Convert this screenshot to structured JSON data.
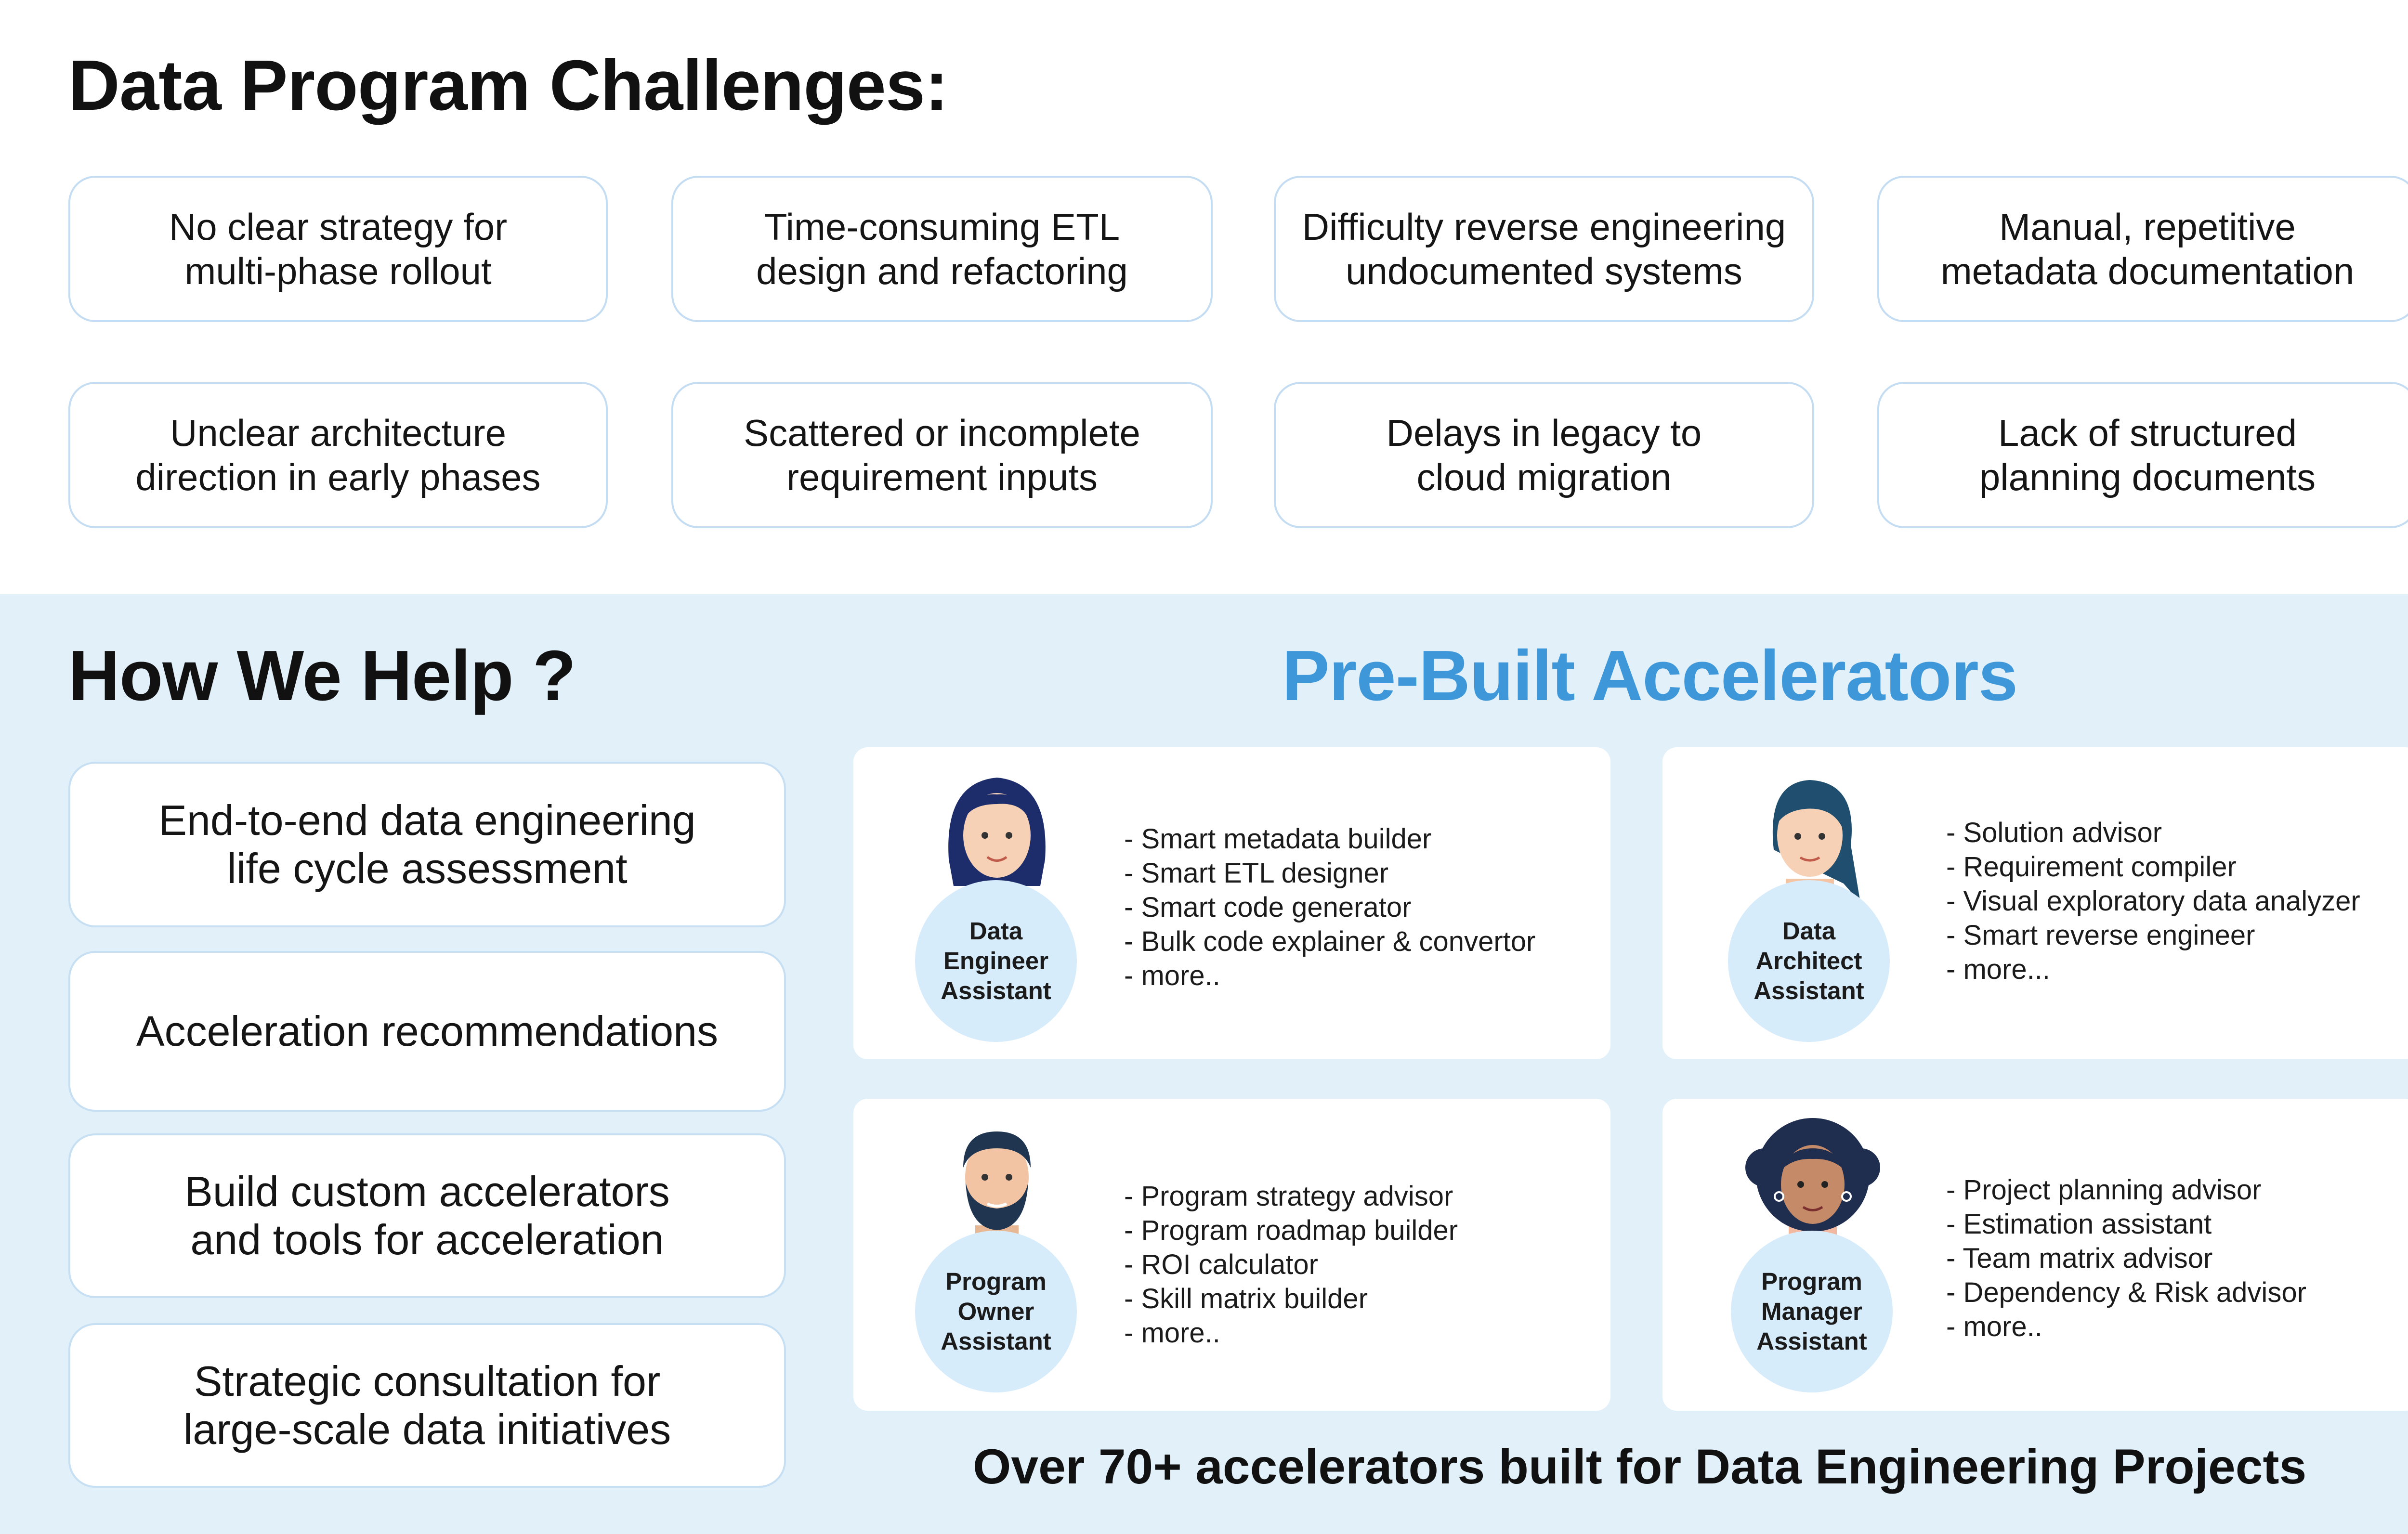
{
  "challenges": {
    "title": "Data Program Challenges:",
    "items": [
      "No clear strategy for\nmulti-phase rollout",
      "Time-consuming ETL\ndesign and refactoring",
      "Difficulty reverse engineering\nundocumented systems",
      "Manual, repetitive\nmetadata documentation",
      "Unclear architecture\ndirection in early phases",
      "Scattered or incomplete\nrequirement inputs",
      "Delays in legacy to\ncloud migration",
      "Lack of structured\nplanning documents"
    ]
  },
  "help": {
    "title": "How We Help ?",
    "items": [
      "End-to-end data engineering\nlife cycle assessment",
      "Acceleration recommendations",
      "Build custom accelerators\nand tools for acceleration",
      "Strategic consultation for\nlarge-scale data initiatives"
    ]
  },
  "accelerators": {
    "title": "Pre-Built Accelerators",
    "title_color": "#3d97d8",
    "cards": [
      {
        "role": "Data\nEngineer\nAssistant",
        "icon": "data-engineer-avatar-icon",
        "features": [
          "Smart metadata builder",
          "Smart ETL designer",
          "Smart code generator",
          "Bulk code explainer & convertor",
          "more.."
        ]
      },
      {
        "role": "Data\nArchitect\nAssistant",
        "icon": "data-architect-avatar-icon",
        "features": [
          "Solution advisor",
          "Requirement compiler",
          "Visual exploratory data analyzer",
          "Smart reverse engineer",
          "more..."
        ]
      },
      {
        "role": "Program\nOwner\nAssistant",
        "icon": "program-owner-avatar-icon",
        "features": [
          "Program strategy advisor",
          "Program roadmap builder",
          "ROI calculator",
          "Skill matrix builder",
          "more.."
        ]
      },
      {
        "role": "Program\nManager\nAssistant",
        "icon": "program-manager-avatar-icon",
        "features": [
          "Project planning advisor",
          "Estimation assistant",
          "Team matrix advisor",
          "Dependency & Risk advisor",
          "more.."
        ]
      }
    ],
    "footer": "Over 70+ accelerators built for Data Engineering Projects"
  },
  "colors": {
    "band_background": "#e2f0fa",
    "pill_border": "#c4ddf2",
    "avatar_circle": "#d7ecfb"
  }
}
